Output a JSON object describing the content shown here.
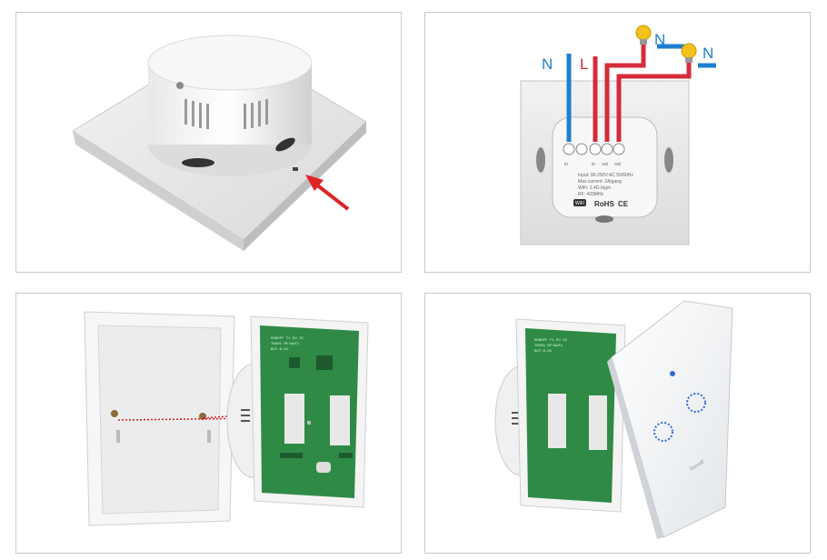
{
  "panel1": {
    "name": "switch-back-side-view"
  },
  "panel2": {
    "labels": {
      "n_left": "N",
      "l": "L",
      "n_top": "N",
      "n_right": "N"
    },
    "terminals": {
      "in1": "in",
      "in2": "in",
      "out1": "out",
      "out2": "out"
    },
    "specs": [
      "Input: 90-250V AC 50/60Hz",
      "Max current: 2A/gang",
      "WiFi: 2.4G b/g/n",
      "RF: 433MHz"
    ],
    "cert": {
      "wifi": "WiFi",
      "rohs": "RoHS",
      "ce": "CE"
    },
    "colors": {
      "neutral": "#1e7fd0",
      "live": "#d62b3a",
      "bulb": "#f3c21b"
    }
  },
  "panel3": {
    "pcb_text": [
      "SONOFF T1 EU 2C",
      "T5001 RF/WiFi",
      "BCF-D-01"
    ],
    "colors": {
      "pcb": "#2f8a45",
      "dotted_line": "#d02020"
    }
  },
  "panel4": {
    "pcb_text": [
      "SONOFF T1 EU 2C",
      "T5001 RF/WiFi",
      "BCF-D-01"
    ],
    "brand": "Sonoff",
    "colors": {
      "touch_ring": "#2f6bd6"
    }
  }
}
